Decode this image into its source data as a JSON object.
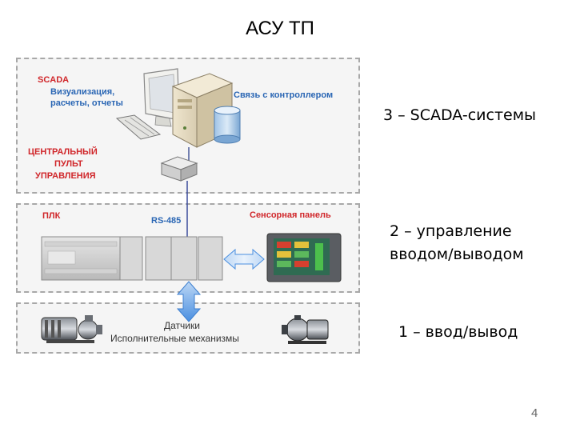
{
  "title": "АСУ ТП",
  "diagram": {
    "scada_panel": {
      "label": "SCADA",
      "visualization_line1": "Визуализация,",
      "visualization_line2": "расчеты, отчеты",
      "controller_link": "Связь с контроллером",
      "center_line1": "ЦЕНТРАЛЬНЫЙ",
      "center_line2": "ПУЛЬТ",
      "center_line3": "УПРАВЛЕНИЯ"
    },
    "plc_panel": {
      "plc_label": "ПЛК",
      "bus_label": "RS-485",
      "touch_panel_label": "Сенсорная панель"
    },
    "field_panel": {
      "sensors_label": "Датчики",
      "actuators_label": "Исполнительные механизмы"
    }
  },
  "levels": {
    "level3": "3 – SCADA-системы",
    "level2_line1": "2 – управление",
    "level2_line2": "вводом/выводом",
    "level1": "1 – ввод/вывод"
  },
  "page_number": "4",
  "colors": {
    "red_label": "#d0262a",
    "blue_label": "#2a66b4",
    "arrow_blue": "#4a8fe0"
  }
}
